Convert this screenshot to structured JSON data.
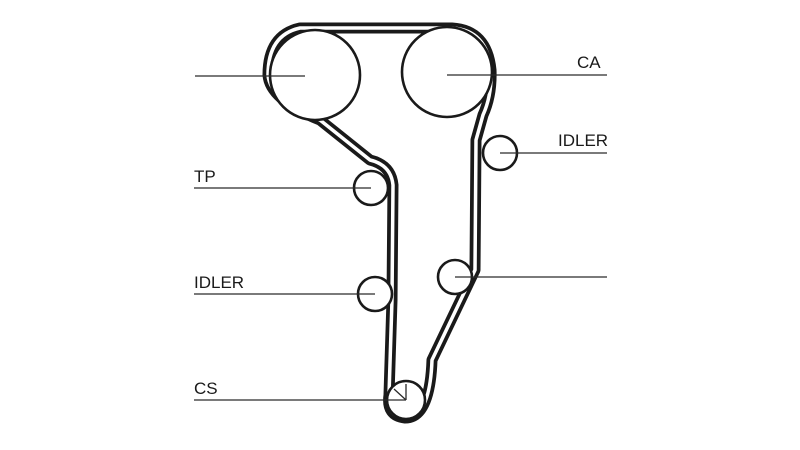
{
  "diagram": {
    "labels": {
      "camshaft": "CA",
      "idler_upper": "IDLER",
      "tensioner": "TP",
      "idler_lower": "IDLER",
      "crankshaft": "CS"
    },
    "colors": {
      "belt": "#1a1a1a",
      "lines": "#2a2a2a",
      "background": "#ffffff"
    }
  }
}
